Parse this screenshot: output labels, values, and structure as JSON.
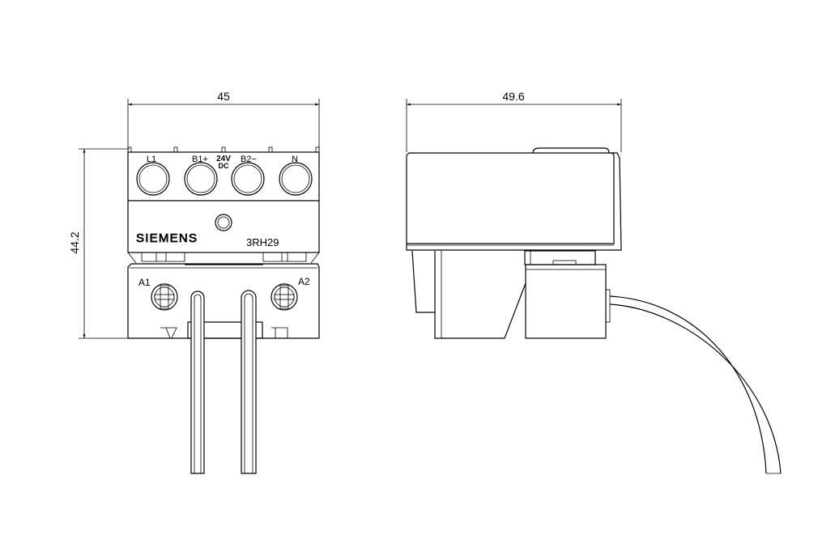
{
  "dimensions": {
    "width_front": "45",
    "width_side": "49.6",
    "height": "44.2"
  },
  "terminals": {
    "l1": "L1",
    "b1": "B1+",
    "voltage": "24V",
    "voltage_type": "DC",
    "b2": "B2−",
    "n": "N"
  },
  "brand": "SIEMENS",
  "model": "3RH29",
  "coil_terminals": {
    "a1": "A1",
    "a2": "A2"
  }
}
